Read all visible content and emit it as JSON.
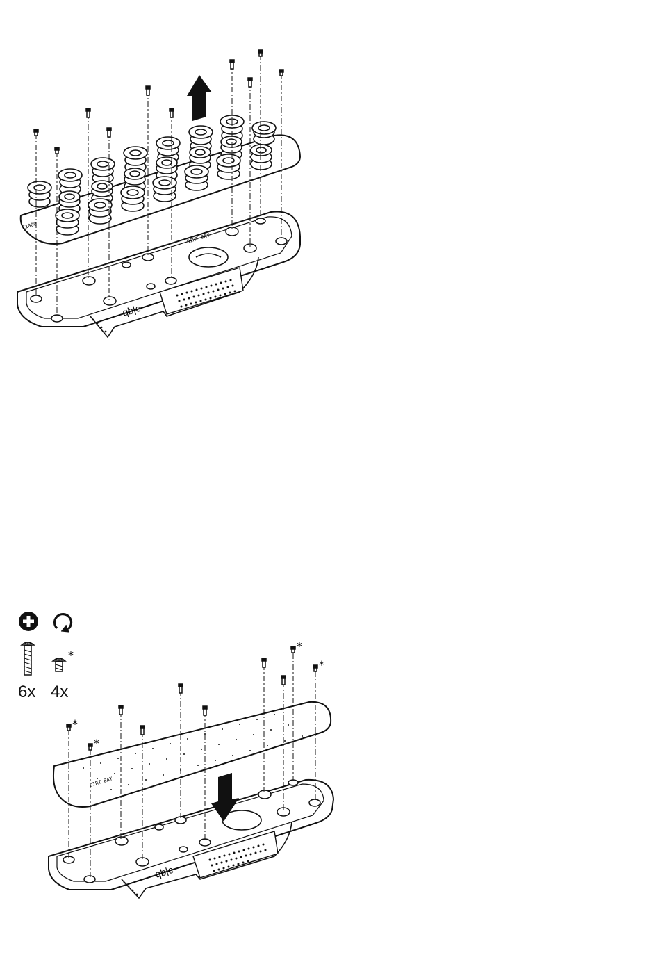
{
  "figure": {
    "step_one": {
      "direction_icon": "arrow-up-icon",
      "part_label": "DIRT BAY",
      "brand_mark": "qb|c",
      "plate_code": "E1000"
    },
    "step_two": {
      "direction_icon": "arrow-down-icon",
      "tool_icon": "plus-screwdriver-icon",
      "rotation_icon": "clockwise-rotate-icon",
      "part_label": "DIRT BAY",
      "plate_label": "DIRT BAY",
      "brand_mark": "qb|c",
      "screw_long": {
        "icon": "long-screw-icon",
        "count": "6x"
      },
      "screw_short": {
        "icon": "short-screw-icon",
        "count": "4x",
        "marker": "*"
      }
    }
  },
  "colors": {
    "line": "#111111",
    "fill": "#ffffff",
    "shade": "#e8e8e8"
  }
}
